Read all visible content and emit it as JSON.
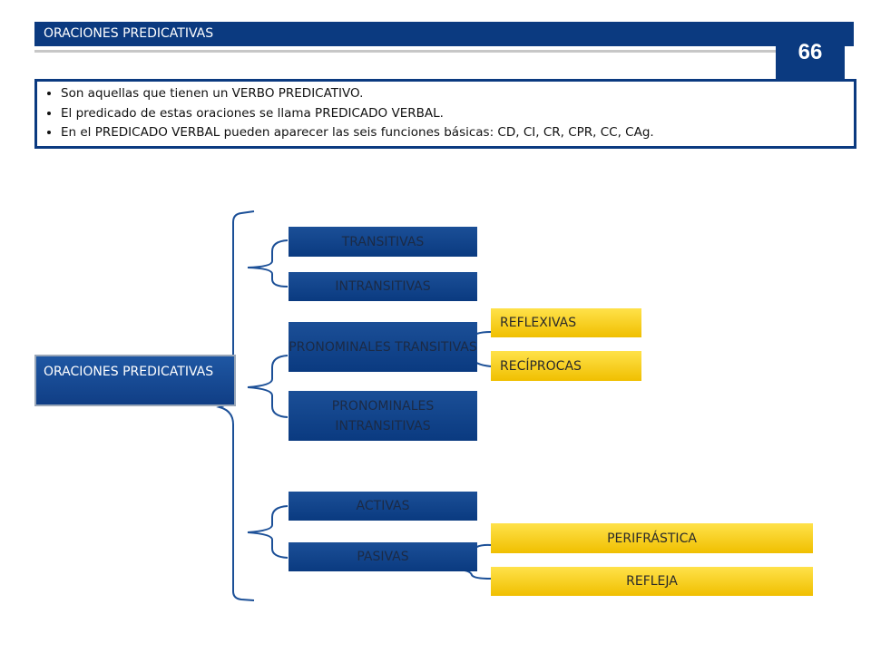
{
  "header": {
    "title": "ORACIONES PREDICATIVAS",
    "page_number": "66"
  },
  "info": {
    "bullets": [
      "Son aquellas que tienen un VERBO PREDICATIVO.",
      "El predicado de estas oraciones se llama PREDICADO VERBAL.",
      "En el PREDICADO VERBAL pueden aparecer las seis funciones básicas: CD, CI, CR, CPR, CC, CAg."
    ]
  },
  "diagram": {
    "root": "ORACIONES PREDICATIVAS",
    "transitivas": "TRANSITIVAS",
    "intransitivas": "INTRANSITIVAS",
    "pron_trans": "PRONOMINALES TRANSITIVAS",
    "pron_intrans": "PRONOMINALES INTRANSITIVAS",
    "reflexivas": "REFLEXIVAS",
    "reciprocas": "RECÍPROCAS",
    "activas": "ACTIVAS",
    "pasivas": "PASIVAS",
    "perifrastica": "PERIFRÁSTICA",
    "refleja": "REFLEJA"
  },
  "colors": {
    "brand_blue": "#0b3a80",
    "accent_yellow": "#f5c800"
  }
}
